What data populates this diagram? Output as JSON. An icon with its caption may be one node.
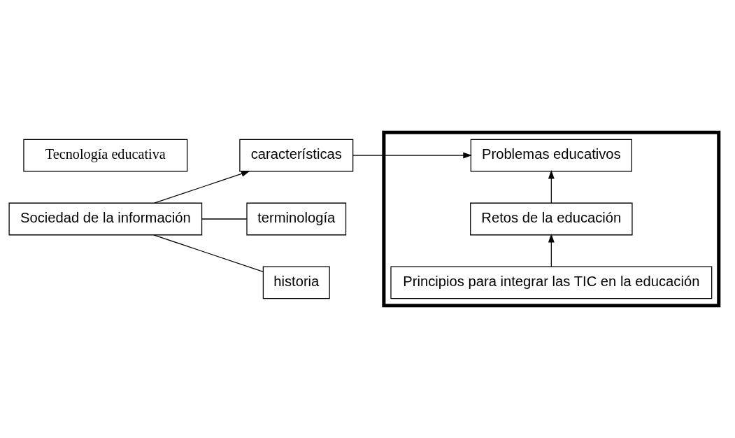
{
  "diagram": {
    "nodes": [
      {
        "text": [
          "Sociedad de la información"
        ]
      },
      {
        "text": [
          "características"
        ]
      },
      {
        "text": [
          "terminología"
        ]
      },
      {
        "text": [
          "historia"
        ]
      },
      {
        "text": [],
        "shape": "arrow"
      },
      {
        "text": [
          "Problemas educativos"
        ],
        "in": 4
      },
      {
        "text": [
          "Retos de la educación"
        ],
        "in": 4
      },
      {
        "text": [
          "Principios para integrar las TIC en la educación"
        ],
        "in": 4
      },
      {
        "text": [
          "Tecnología educativa"
        ]
      }
    ],
    "edges": [
      {
        "from": 0,
        "to": 1,
        "arrow": "to"
      },
      {
        "from": 1,
        "to": 5,
        "arrow": "to"
      },
      {
        "from": 0,
        "to": 2,
        "arrow": "none"
      },
      {
        "from": 0,
        "to": 3,
        "arrow": "none"
      },
      {
        "from": 6,
        "to": 5,
        "arrow": "to"
      },
      {
        "from": 7,
        "to": 6,
        "arrow": "to"
      }
    ]
  }
}
